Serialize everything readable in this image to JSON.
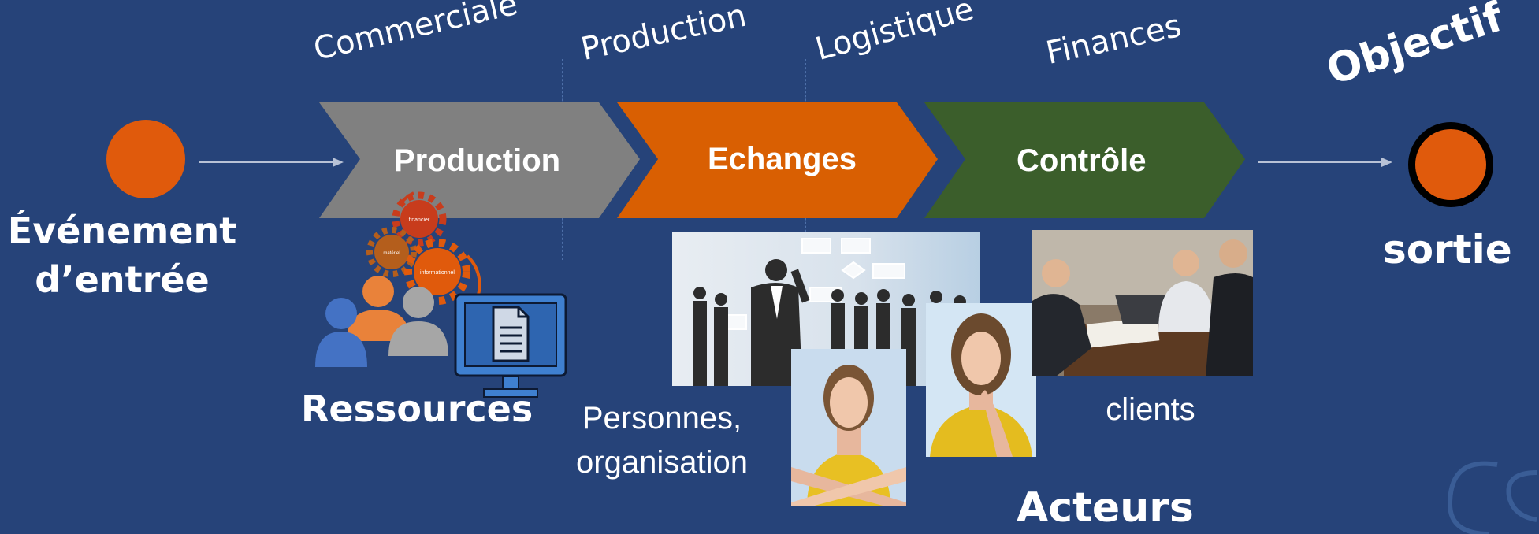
{
  "departments": [
    "Commerciale",
    "Production",
    "Logistique",
    "Finances"
  ],
  "objective_label": "Objectif",
  "input_event": {
    "line1": "Événement",
    "line2": "d’entrée"
  },
  "output_label": "sortie",
  "stages": [
    {
      "label": "Production",
      "color": "#808080"
    },
    {
      "label": "Echanges",
      "color": "#d95f02"
    },
    {
      "label": "Contrôle",
      "color": "#3b5e2b"
    }
  ],
  "gear_labels": [
    "financier",
    "matériel",
    "informationnel"
  ],
  "resources_label": "Ressources",
  "persons_caption": {
    "line1": "Personnes,",
    "line2": "organisation"
  },
  "clients_caption": "clients",
  "actors_label": "Acteurs",
  "colors": {
    "background": "#264379",
    "accent_orange": "#e05a0c",
    "arrow_line": "#b8c2d6"
  }
}
